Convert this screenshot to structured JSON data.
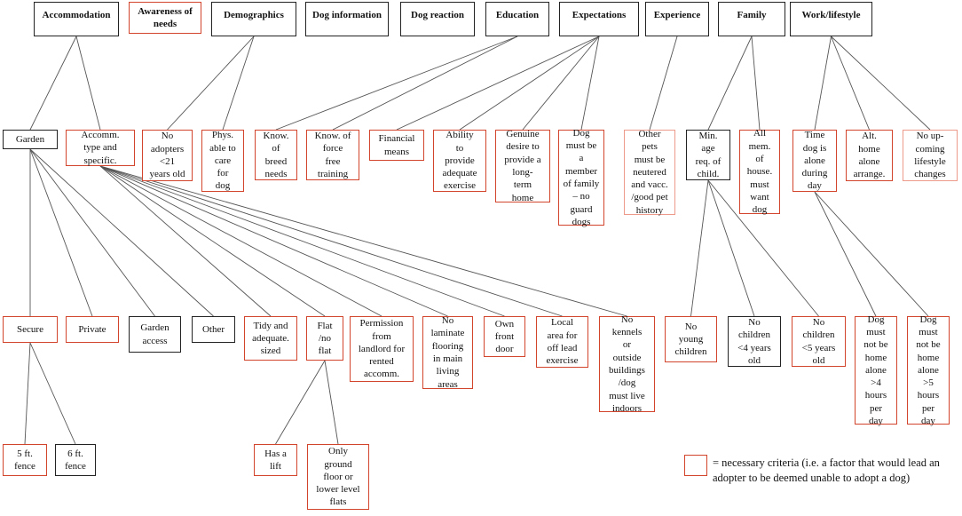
{
  "border_colors": {
    "necessary": "#d2452c",
    "neutral": "#222222",
    "faint": "#ee9a8a"
  },
  "nodes": {
    "n1": {
      "label": "Accommodation",
      "type": "neutral"
    },
    "n2": {
      "label": "Awareness of needs",
      "type": "necessary"
    },
    "n3": {
      "label": "Demographics",
      "type": "neutral"
    },
    "n4": {
      "label": "Dog information",
      "type": "neutral"
    },
    "n5": {
      "label": "Dog reaction",
      "type": "neutral"
    },
    "n6": {
      "label": "Education",
      "type": "neutral"
    },
    "n7": {
      "label": "Expectations",
      "type": "neutral"
    },
    "n8": {
      "label": "Experience",
      "type": "neutral"
    },
    "n9": {
      "label": "Family",
      "type": "neutral"
    },
    "n10": {
      "label": "Work/lifestyle",
      "type": "neutral"
    },
    "n11": {
      "label": "Garden",
      "type": "neutral"
    },
    "n12": {
      "label": "Accomm.\ntype and\nspecific.",
      "type": "necessary"
    },
    "n13": {
      "label": "No\nadopters\n<21\nyears old",
      "type": "necessary"
    },
    "n14": {
      "label": "Phys.\nable to\ncare\nfor\ndog",
      "type": "necessary"
    },
    "n15": {
      "label": "Know.\nof\nbreed\nneeds",
      "type": "necessary"
    },
    "n16": {
      "label": "Know. of\nforce\nfree\ntraining",
      "type": "necessary"
    },
    "n17": {
      "label": "Financial\nmeans",
      "type": "necessary"
    },
    "n18": {
      "label": "Ability\nto\nprovide\nadequate\nexercise",
      "type": "necessary"
    },
    "n19": {
      "label": "Genuine\ndesire to\nprovide a\nlong-\nterm\nhome",
      "type": "necessary"
    },
    "n20": {
      "label": "Dog\nmust be\na\nmember\nof family\n– no\nguard\ndogs",
      "type": "necessary"
    },
    "n21": {
      "label": "Other\npets\nmust be\nneutered\nand vacc.\n/good pet\nhistory",
      "type": "faint"
    },
    "n22": {
      "label": "Min.\nage\nreq. of\nchild.",
      "type": "neutral"
    },
    "n23": {
      "label": "All\nmem.\nof\nhouse.\nmust\nwant\ndog",
      "type": "necessary"
    },
    "n24": {
      "label": "Time\ndog is\nalone\nduring\nday",
      "type": "necessary"
    },
    "n25": {
      "label": "Alt.\nhome\nalone\narrange.",
      "type": "necessary"
    },
    "n26": {
      "label": "No up-\ncoming\nlifestyle\nchanges",
      "type": "faint"
    },
    "n27": {
      "label": "Secure",
      "type": "necessary"
    },
    "n28": {
      "label": "Private",
      "type": "necessary"
    },
    "n29": {
      "label": "Garden\naccess",
      "type": "neutral"
    },
    "n30": {
      "label": "Other",
      "type": "neutral"
    },
    "n31": {
      "label": "Tidy and\nadequate.\nsized",
      "type": "necessary"
    },
    "n32": {
      "label": "Flat\n/no\nflat",
      "type": "necessary"
    },
    "n33": {
      "label": "Permission\nfrom\nlandlord for\nrented\naccomm.",
      "type": "necessary"
    },
    "n34": {
      "label": "No\nlaminate\nflooring\nin main\nliving\nareas",
      "type": "necessary"
    },
    "n35": {
      "label": "Own\nfront\ndoor",
      "type": "necessary"
    },
    "n36": {
      "label": "Local\narea for\noff lead\nexercise",
      "type": "necessary"
    },
    "n37": {
      "label": "No\nkennels\nor\noutside\nbuildings\n/dog\nmust live\nindoors",
      "type": "necessary"
    },
    "n38": {
      "label": "No\nyoung\nchildren",
      "type": "necessary"
    },
    "n39": {
      "label": "No\nchildren\n<4 years\nold",
      "type": "neutral"
    },
    "n40": {
      "label": "No\nchildren\n<5 years\nold",
      "type": "necessary"
    },
    "n41": {
      "label": "Dog\nmust\nnot be\nhome\nalone\n>4\nhours\nper\nday",
      "type": "necessary"
    },
    "n42": {
      "label": "Dog\nmust\nnot be\nhome\nalone\n>5\nhours\nper\nday",
      "type": "necessary"
    },
    "n43": {
      "label": "5 ft.\nfence",
      "type": "necessary"
    },
    "n44": {
      "label": "6 ft.\nfence",
      "type": "neutral"
    },
    "n45": {
      "label": "Has a\nlift",
      "type": "necessary"
    },
    "n46": {
      "label": "Only\nground\nfloor or\nlower level\nflats",
      "type": "necessary"
    }
  },
  "edges": [
    [
      "n1",
      "n11"
    ],
    [
      "n1",
      "n12"
    ],
    [
      "n3",
      "n13"
    ],
    [
      "n3",
      "n14"
    ],
    [
      "n6",
      "n15"
    ],
    [
      "n6",
      "n16"
    ],
    [
      "n7",
      "n17"
    ],
    [
      "n7",
      "n18"
    ],
    [
      "n7",
      "n19"
    ],
    [
      "n7",
      "n20"
    ],
    [
      "n8",
      "n21"
    ],
    [
      "n9",
      "n22"
    ],
    [
      "n9",
      "n23"
    ],
    [
      "n10",
      "n24"
    ],
    [
      "n10",
      "n25"
    ],
    [
      "n10",
      "n26"
    ],
    [
      "n11",
      "n27"
    ],
    [
      "n11",
      "n28"
    ],
    [
      "n11",
      "n29"
    ],
    [
      "n11",
      "n30"
    ],
    [
      "n12",
      "n31"
    ],
    [
      "n12",
      "n32"
    ],
    [
      "n12",
      "n33"
    ],
    [
      "n12",
      "n34"
    ],
    [
      "n12",
      "n35"
    ],
    [
      "n12",
      "n36"
    ],
    [
      "n12",
      "n37"
    ],
    [
      "n22",
      "n38"
    ],
    [
      "n22",
      "n39"
    ],
    [
      "n22",
      "n40"
    ],
    [
      "n24",
      "n41"
    ],
    [
      "n24",
      "n42"
    ],
    [
      "n27",
      "n43"
    ],
    [
      "n27",
      "n44"
    ],
    [
      "n32",
      "n45"
    ],
    [
      "n32",
      "n46"
    ]
  ],
  "legend": {
    "text": "= necessary criteria (i.e. a factor that would lead an adopter to be deemed unable to adopt a dog)"
  }
}
